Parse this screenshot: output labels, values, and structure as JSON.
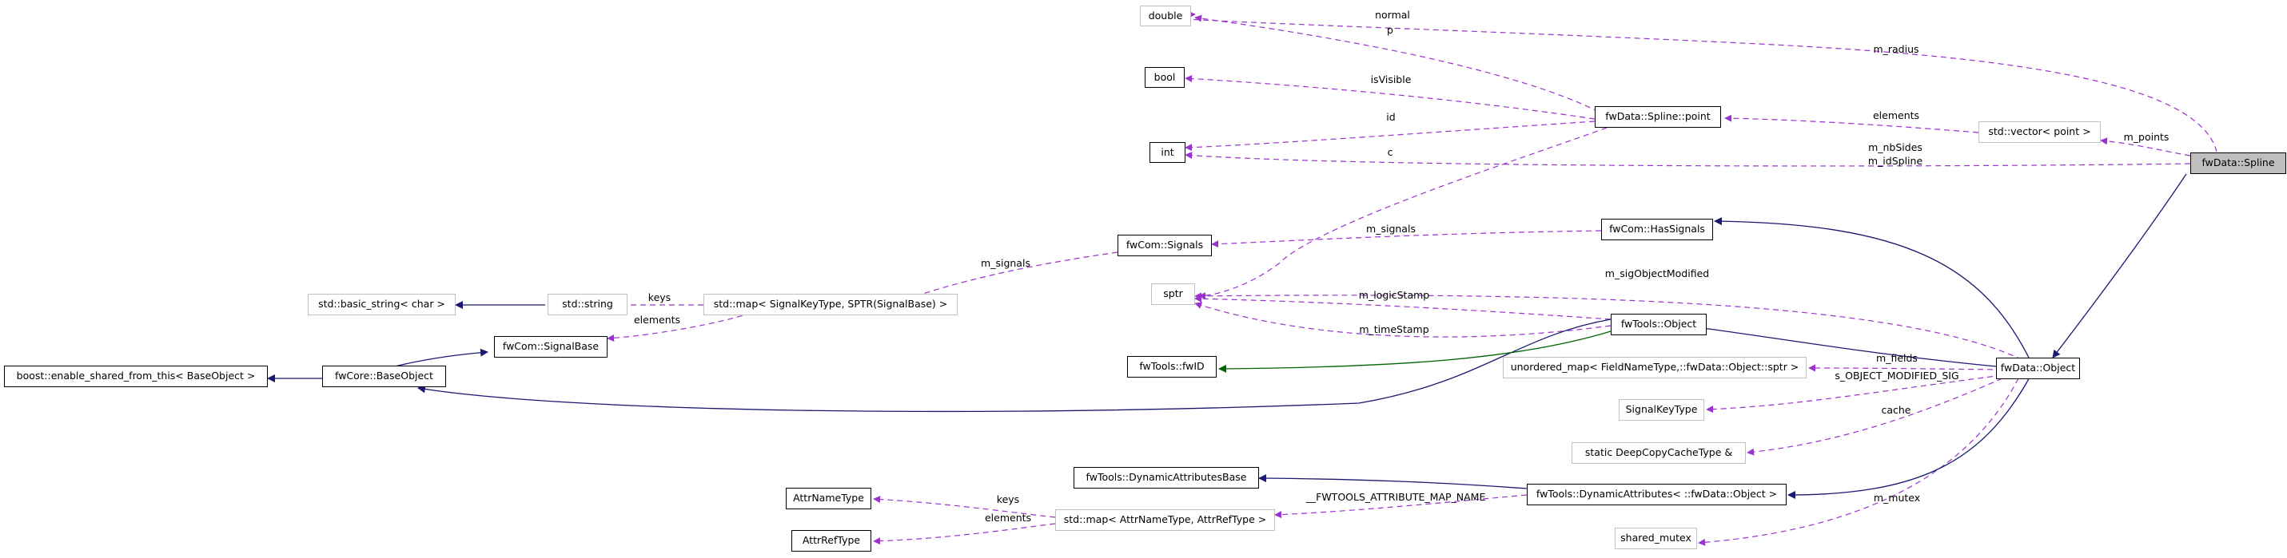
{
  "nodes": {
    "double": "double",
    "bool": "bool",
    "int": "int",
    "spline_point": "fwData::Spline::point",
    "vector_point": "std::vector< point >",
    "spline": "fwData::Spline",
    "has_signals": "fwCom::HasSignals",
    "signals": "fwCom::Signals",
    "sptr": "sptr",
    "enable_shared": "boost::enable_shared_from_this< BaseObject >",
    "basic_string": "std::basic_string< char >",
    "std_string": "std::string",
    "signal_map": "std::map< SignalKeyType, SPTR(SignalBase) >",
    "signal_base": "fwCom::SignalBase",
    "base_object": "fwCore::BaseObject",
    "tools_object": "fwTools::Object",
    "fwid": "fwTools::fwID",
    "unordered_map": "unordered_map< FieldNameType,::fwData::Object::sptr >",
    "data_object": "fwData::Object",
    "signal_key_type": "SignalKeyType",
    "deep_copy_cache": "static DeepCopyCacheType &",
    "dyn_attr_base": "fwTools::DynamicAttributesBase",
    "dyn_attr": "fwTools::DynamicAttributes< ::fwData::Object >",
    "attr_name_type": "AttrNameType",
    "attr_map": "std::map< AttrNameType, AttrRefType >",
    "attr_ref_type": "AttrRefType",
    "shared_mutex": "shared_mutex"
  },
  "edge_labels": {
    "m_radius": "m_radius",
    "normal": "normal",
    "p": "p",
    "isVisible": "isVisible",
    "elements_points": "elements",
    "m_points": "m_points",
    "id": "id",
    "c": "c",
    "m_nbSides": "m_nbSides",
    "m_idSpline": "m_idSpline",
    "m_signals_has": "m_signals",
    "m_signals_map": "m_signals",
    "keys_string": "keys",
    "elements_signal": "elements",
    "m_sigObjectModified": "m_sigObjectModified",
    "m_logicStamp": "m_logicStamp",
    "m_timeStamp": "m_timeStamp",
    "m_fields": "m_fields",
    "s_OBJECT_MODIFIED_SIG": "s_OBJECT_MODIFIED_SIG",
    "cache": "cache",
    "fwtools_attr_map": "__FWTOOLS_ATTRIBUTE_MAP_NAME",
    "keys_attr": "keys",
    "elements_attr": "elements",
    "m_mutex": "m_mutex"
  },
  "colors": {
    "usage_edge": "#9a32cd",
    "inherit_edge": "#191970",
    "template_edge": "#006400",
    "gray_border": "#c0c0c0",
    "highlight_fill": "#bfbfbf"
  }
}
